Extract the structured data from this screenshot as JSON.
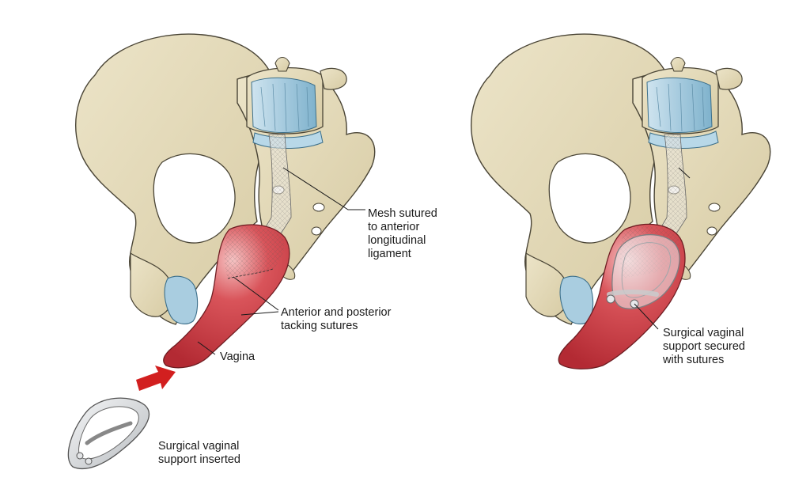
{
  "labels": {
    "mesh": "Mesh sutured\nto anterior\nlongitudinal\nligament",
    "tacking": "Anterior and posterior\ntacking sutures",
    "vagina": "Vagina",
    "inserted": "Surgical vaginal\nsupport inserted",
    "secured": "Surgical vaginal\nsupport secured\nwith sutures"
  },
  "colors": {
    "bone": "#e6dcbb",
    "bone_outline": "#4a4536",
    "ligament": "#a9cde0",
    "vagina": "#c8363f",
    "arrow": "#d21f1f",
    "device": "#d7d9db"
  }
}
